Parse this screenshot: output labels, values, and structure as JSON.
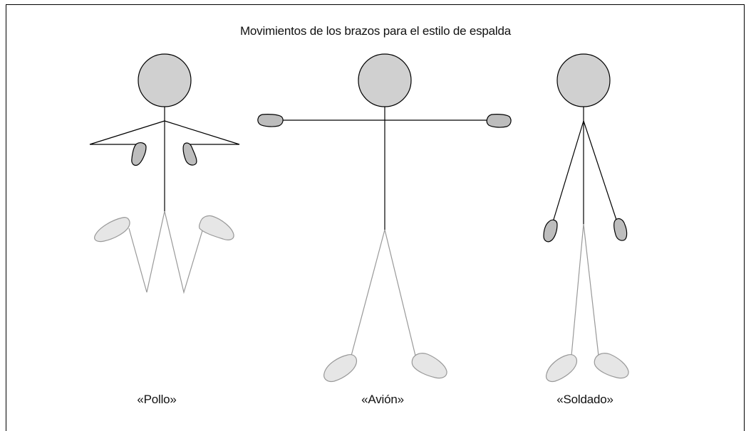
{
  "title": "Movimientos de los brazos para el estilo de espalda",
  "figures": [
    {
      "caption": "«Pollo»"
    },
    {
      "caption": "«Avión»"
    },
    {
      "caption": "«Soldado»"
    }
  ],
  "colors": {
    "head_fill": "#d0d0d0",
    "hand_fill": "#bdbdbd",
    "foot_fill": "#e6e6e6",
    "leg_stroke": "#999999",
    "line": "#000000"
  }
}
